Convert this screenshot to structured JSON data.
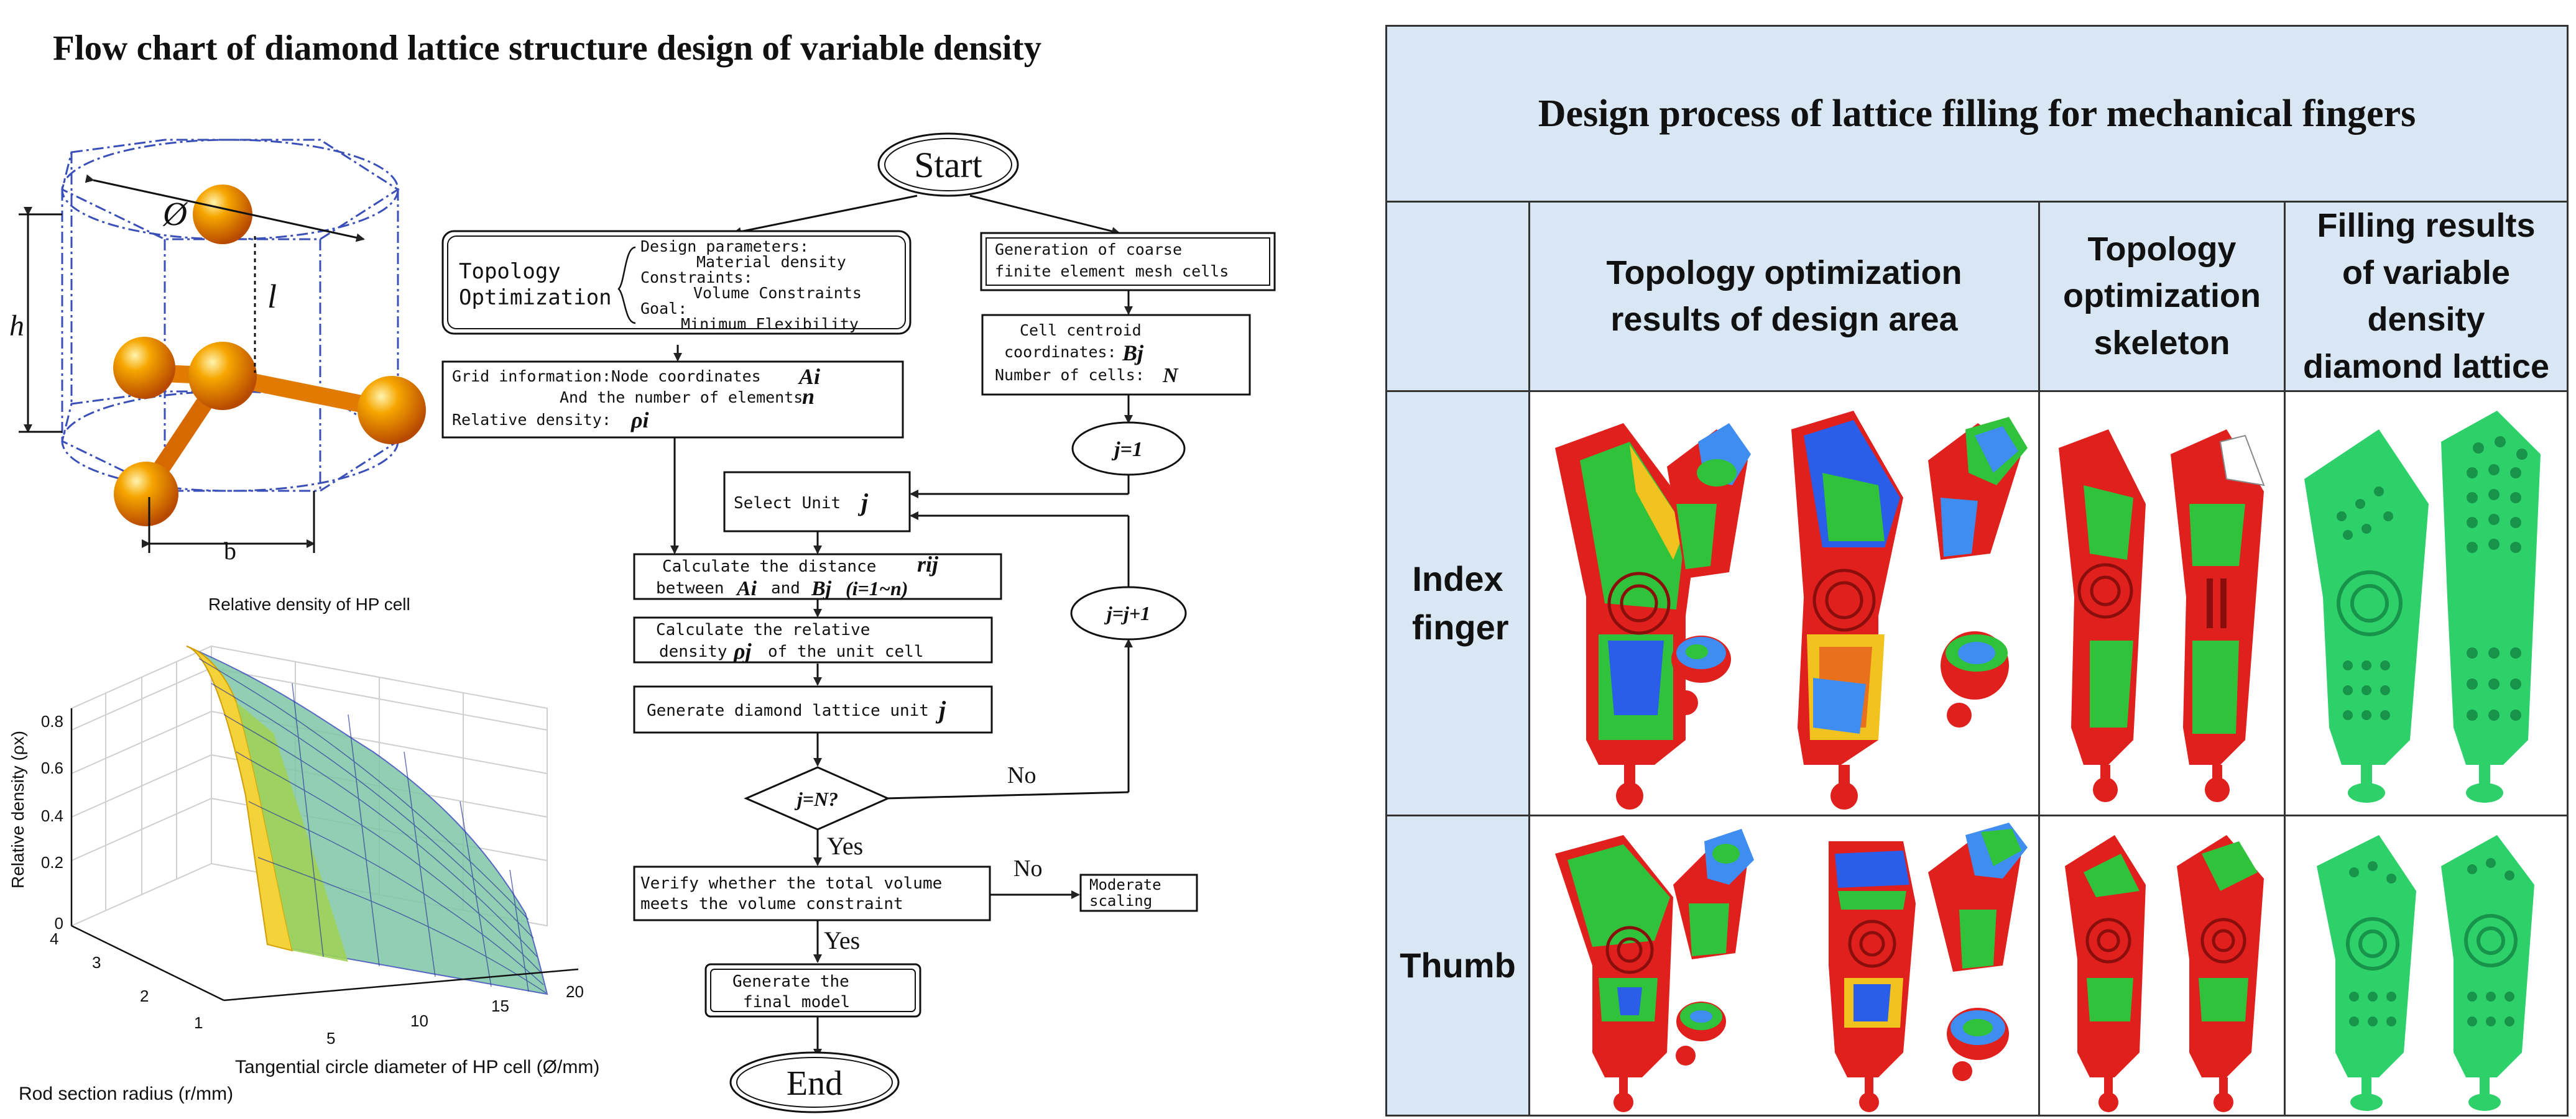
{
  "left_title": "Flow chart of diamond lattice structure design of variable density",
  "unit_cell": {
    "dim_phi": "Ø",
    "dim_l": "l",
    "dim_h": "h",
    "dim_b": "b"
  },
  "surface_plot": {
    "title": "Relative density of HP cell",
    "zlabel": "Relative density (ρx)",
    "xlabel": "Tangential circle diameter of HP cell (Ø/mm)",
    "ylabel": "Rod section radius (r/mm)",
    "z_ticks": [
      "0",
      "0.2",
      "0.4",
      "0.6",
      "0.8"
    ],
    "x_ticks": [
      "5",
      "10",
      "15",
      "20"
    ],
    "y_ticks": [
      "1",
      "2",
      "3",
      "4"
    ]
  },
  "flow": {
    "start": "Start",
    "topo_label_1": "Topology",
    "topo_label_2": "Optimization",
    "topo_params_1": "Design parameters:",
    "topo_params_2": "Material density",
    "topo_params_3": "Constraints:",
    "topo_params_4": "Volume Constraints",
    "topo_params_5": "Goal:",
    "topo_params_6": "Minimum Flexibility",
    "grid_1": "Grid information:Node coordinates",
    "grid_1_sym": "Ai",
    "grid_2": "And the number of elements",
    "grid_2_sym": "n",
    "grid_3": "Relative density:",
    "grid_3_sym": "ρi",
    "coarse_1": "Generation of coarse",
    "coarse_2": "finite element mesh cells",
    "centroid_1": "Cell centroid",
    "centroid_2": "coordinates:",
    "centroid_2_sym": "Bj",
    "centroid_3": "Number of cells:",
    "centroid_3_sym": "N",
    "j_init": "j=1",
    "select_unit": "Select Unit",
    "select_unit_sym": "j",
    "calc_dist_1": "Calculate the distance",
    "calc_dist_1_sym": "rij",
    "calc_dist_2": "between",
    "calc_dist_2_a": "Ai",
    "calc_dist_2_and": "and",
    "calc_dist_2_b": "Bj",
    "calc_dist_2_range": "(i=1~n)",
    "calc_rel_1": "Calculate the relative",
    "calc_rel_2": "density",
    "calc_rel_2_sym": "ρj",
    "calc_rel_2_tail": "of the unit cell",
    "gen_unit": "Generate diamond lattice unit",
    "gen_unit_sym": "j",
    "j_inc": "j=j+1",
    "decision": "j=N?",
    "no_1": "No",
    "yes_1": "Yes",
    "verify_1": "Verify whether the total volume",
    "verify_2": "meets the volume constraint",
    "no_2": "No",
    "scaling_1": "Moderate",
    "scaling_2": "scaling",
    "yes_2": "Yes",
    "final_1": "Generate the",
    "final_2": "final model",
    "end": "End"
  },
  "table": {
    "title": "Design process of lattice filling for mechanical fingers",
    "col1": "Topology optimization results of design area",
    "col2": "Topology optimization skeleton",
    "col3": "Filling results of variable density diamond lattice",
    "row1": "Index finger",
    "row2": "Thumb"
  },
  "colors": {
    "header_bg": "#d9e6f4",
    "finger_red": "#e0201c",
    "finger_green": "#2fc23a",
    "lattice_green": "#2ed06a",
    "sphere_orange": "#f08a00",
    "wire_blue": "#3a4fb8"
  }
}
